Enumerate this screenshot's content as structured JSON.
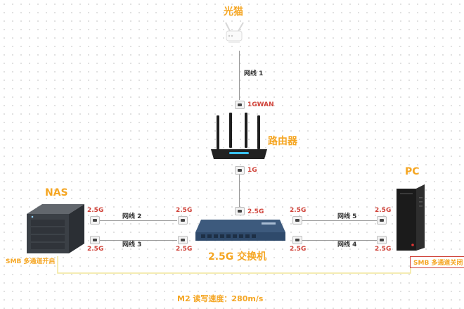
{
  "nodes": {
    "modem": "光猫",
    "router": "路由器",
    "nas": "NAS",
    "pc": "PC",
    "switch": "2.5G 交换机"
  },
  "links": {
    "cable1": "网线 1",
    "cable2": "网线 2",
    "cable3": "网线 3",
    "cable4": "网线 4",
    "cable5": "网线 5"
  },
  "ports": {
    "router_wan": "1GWAN",
    "router_lan": "1G",
    "switch_up": "2.5G",
    "nas_p1": "2.5G",
    "nas_p2": "2.5G",
    "sw_left_top": "2.5G",
    "sw_left_bottom": "2.5G",
    "sw_right_top": "2.5G",
    "sw_right_bottom": "2.5G",
    "pc_p1": "2.5G",
    "pc_p2": "2.5G"
  },
  "notes": {
    "nas_smb": "SMB 多通道开启",
    "pc_smb": "SMB 多通道关闭",
    "speed": "M2 读写速度：280m/s"
  },
  "colors": {
    "orange": "#f5a623",
    "red": "#d0433a",
    "switch_blue": "#2f4a6b"
  }
}
